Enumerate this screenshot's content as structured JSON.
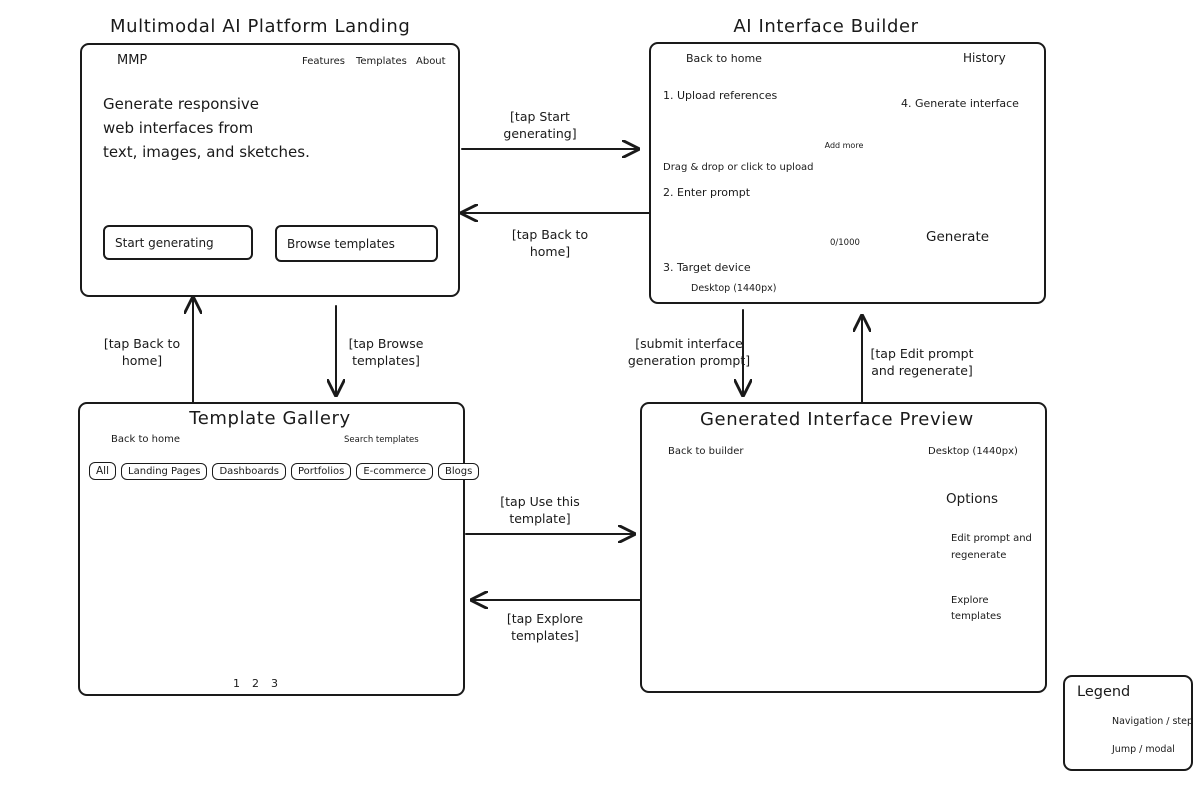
{
  "screens": {
    "landing": {
      "title": "Multimodal AI Platform Landing",
      "logo": "MMP",
      "nav": [
        "Features",
        "Templates",
        "About"
      ],
      "headline": "Generate responsive web interfaces from text, images, and sketches.",
      "headline_lines": [
        "Generate responsive",
        "web interfaces from",
        "text, images, and sketches."
      ],
      "primary_button": "Start generating",
      "secondary_button": "Browse templates"
    },
    "builder": {
      "title": "AI Interface Builder",
      "back": "Back to home",
      "history": "History",
      "step1": "1. Upload references",
      "add_more": "Add more",
      "drop_hint": "Drag & drop or click to upload",
      "step2": "2. Enter prompt",
      "counter": "0/1000",
      "step3": "3. Target device",
      "device": "Desktop (1440px)",
      "step4": "4. Generate interface",
      "generate_button": "Generate"
    },
    "gallery": {
      "title": "Template Gallery",
      "back": "Back to home",
      "search_placeholder": "Search templates",
      "filters": [
        "All",
        "Landing Pages",
        "Dashboards",
        "Portfolios",
        "E-commerce",
        "Blogs"
      ],
      "pages": [
        "1",
        "2",
        "3"
      ]
    },
    "preview": {
      "title": "Generated Interface Preview",
      "back": "Back to builder",
      "device": "Desktop (1440px)",
      "options_title": "Options",
      "option1": "Edit prompt and regenerate",
      "option2": "Explore templates"
    }
  },
  "edges": {
    "start": "[tap Start\ngenerating]",
    "back_home_builder": "[tap Back to\nhome]",
    "back_home_gallery": "[tap Back to\nhome]",
    "browse": "[tap Browse\ntemplates]",
    "submit": "[submit interface\ngeneration prompt]",
    "edit": "[tap Edit prompt\nand regenerate]",
    "use": "[tap Use this\ntemplate]",
    "explore": "[tap Explore\ntemplates]"
  },
  "legend": {
    "title": "Legend",
    "solid": "Navigation / step",
    "dashed": "Jump / modal"
  }
}
